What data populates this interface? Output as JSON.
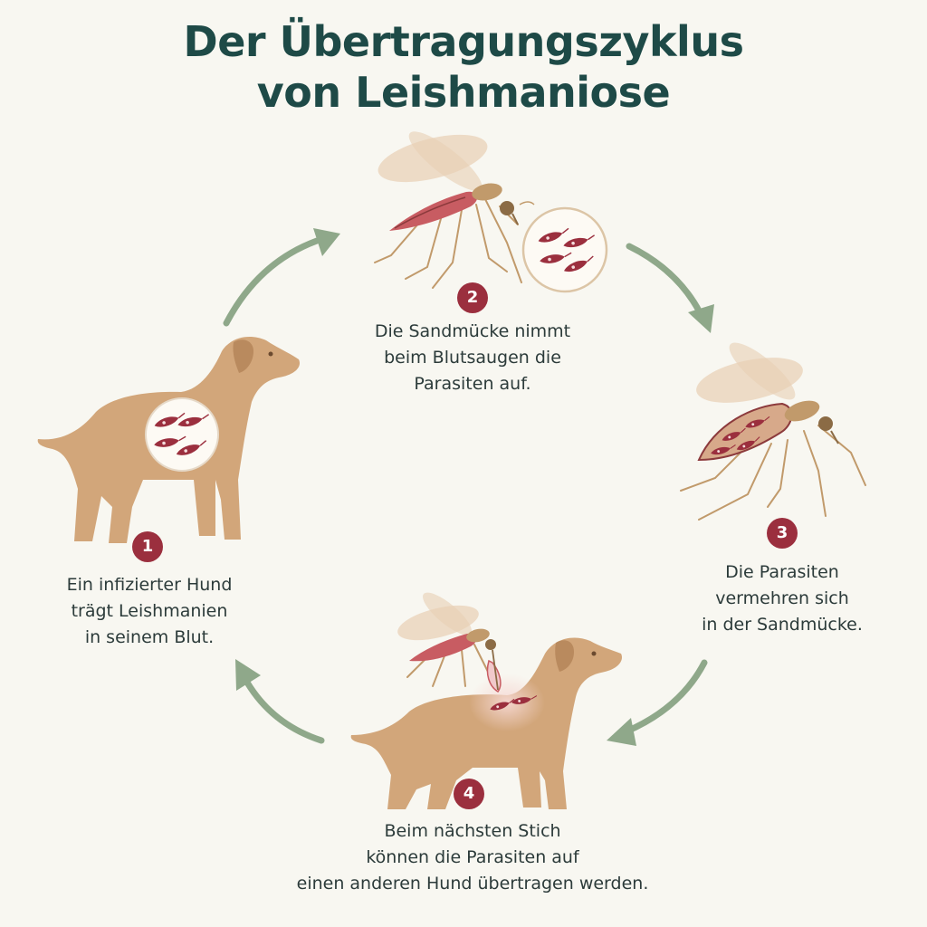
{
  "title": {
    "line1": "Der Übertragungszyklus",
    "line2": "von Leishmaniose"
  },
  "steps": [
    {
      "number": "1",
      "lines": [
        "Ein infizierter Hund",
        "trägt Leishmanien",
        "in seinem Blut."
      ]
    },
    {
      "number": "2",
      "lines": [
        "Die Sandmücke nimmt",
        "beim Blutsaugen die",
        "Parasiten auf."
      ]
    },
    {
      "number": "3",
      "lines": [
        "Die Parasiten",
        "vermehren sich",
        "in der Sandmücke."
      ]
    },
    {
      "number": "4",
      "lines": [
        "Beim nächsten Stich",
        "können die Parasiten auf",
        "einen anderen Hund übertragen werden."
      ]
    }
  ],
  "colors": {
    "background": "#f8f7f1",
    "title": "#1e4a47",
    "badge": "#9b2f3e",
    "dog": "#d2a67a",
    "arrow": "#8fa88a",
    "parasite": "#9b2f3e",
    "mosquito_body": "#c19a6b"
  }
}
